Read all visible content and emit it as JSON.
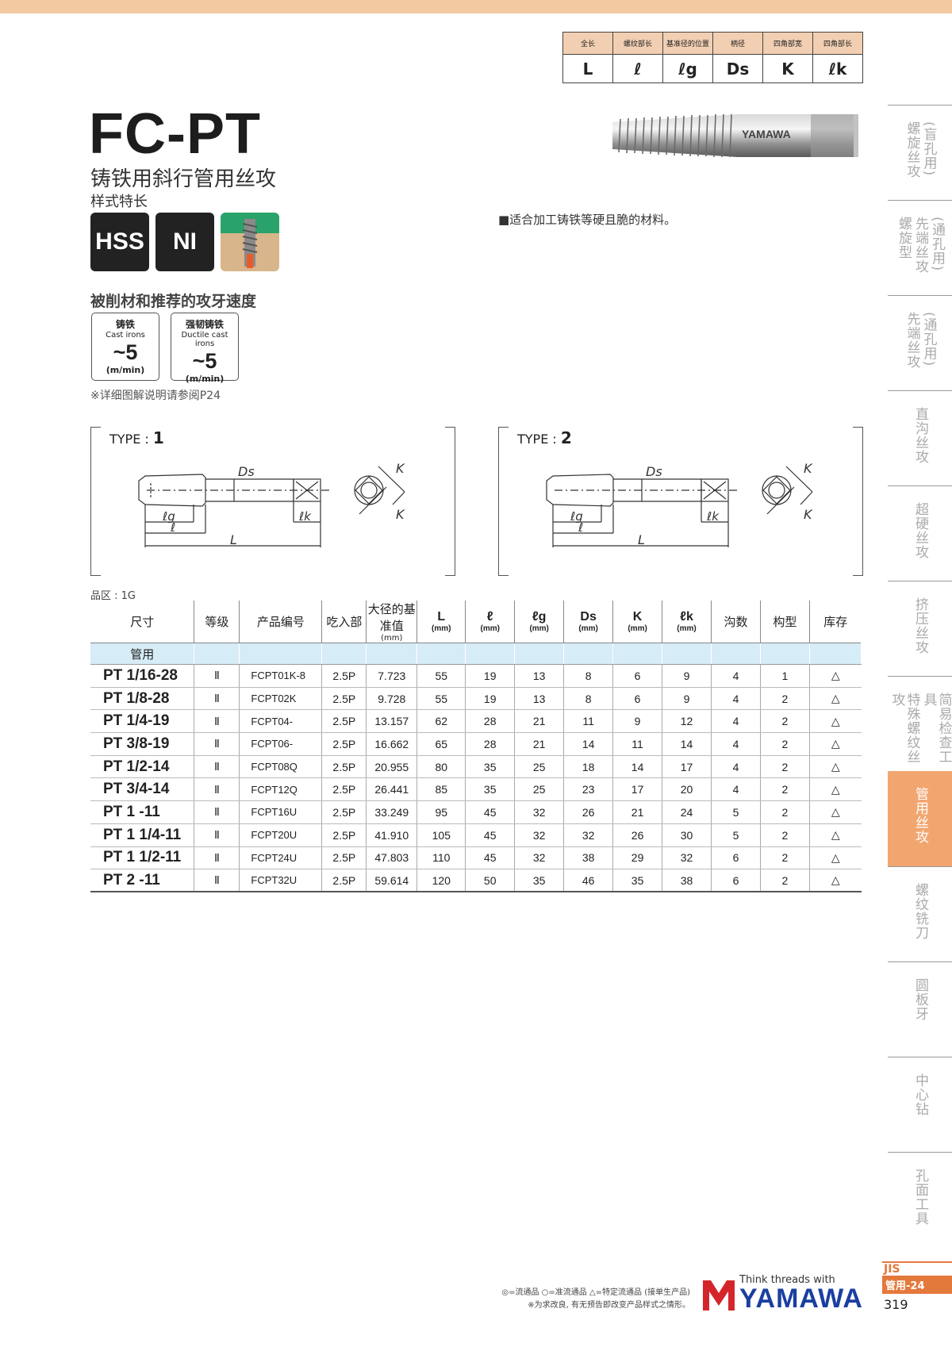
{
  "legend": {
    "headers": [
      "全长",
      "螺纹部长",
      "基准径的位置",
      "柄径",
      "四角部宽",
      "四角部长"
    ],
    "symbols": [
      "L",
      "ℓ",
      "ℓg",
      "Ds",
      "K",
      "ℓk"
    ]
  },
  "product": {
    "title": "FC-PT",
    "subtitle": "铸铁用斜行管用丝攻",
    "style_label": "样式特长",
    "badges": [
      "HSS",
      "NI"
    ],
    "feature": "■适合加工铸铁等硬且脆的材料。",
    "brand_on_tool": "YAMAWA"
  },
  "materials": {
    "label": "被削材和推荐的攻牙速度",
    "items": [
      {
        "zh": "铸铁",
        "en": "Cast irons",
        "speed": "~5",
        "unit": "(m/min)"
      },
      {
        "zh": "强韧铸铁",
        "en": "Ductile cast irons",
        "speed": "~5",
        "unit": "(m/min)"
      }
    ],
    "note": "※详细图解说明请参阅P24"
  },
  "types": [
    {
      "prefix": "TYPE : ",
      "num": "1"
    },
    {
      "prefix": "TYPE : ",
      "num": "2"
    }
  ],
  "diagram_labels": {
    "Ds": "Ds",
    "lg": "ℓg",
    "l": "ℓ",
    "L": "L",
    "lk": "ℓk",
    "K": "K"
  },
  "pinqu": "品区 : 1G",
  "table": {
    "headers": [
      {
        "label": "尺寸",
        "unit": ""
      },
      {
        "label": "等级",
        "unit": ""
      },
      {
        "label": "产品编号",
        "unit": ""
      },
      {
        "label": "吃入部",
        "unit": ""
      },
      {
        "label": "大径的基准值",
        "unit": "(mm)"
      },
      {
        "label": "L",
        "unit": "(mm)"
      },
      {
        "label": "ℓ",
        "unit": "(mm)"
      },
      {
        "label": "ℓg",
        "unit": "(mm)"
      },
      {
        "label": "Ds",
        "unit": "(mm)"
      },
      {
        "label": "K",
        "unit": "(mm)"
      },
      {
        "label": "ℓk",
        "unit": "(mm)"
      },
      {
        "label": "沟数",
        "unit": ""
      },
      {
        "label": "构型",
        "unit": ""
      },
      {
        "label": "库存",
        "unit": ""
      }
    ],
    "section": "管用",
    "rows": [
      [
        "PT 1/16-28",
        "Ⅱ",
        "FCPT01K-8",
        "2.5P",
        "7.723",
        "55",
        "19",
        "13",
        "8",
        "6",
        "9",
        "4",
        "1",
        "△"
      ],
      [
        "PT 1/8-28",
        "Ⅱ",
        "FCPT02K",
        "2.5P",
        "9.728",
        "55",
        "19",
        "13",
        "8",
        "6",
        "9",
        "4",
        "2",
        "△"
      ],
      [
        "PT 1/4-19",
        "Ⅱ",
        "FCPT04-",
        "2.5P",
        "13.157",
        "62",
        "28",
        "21",
        "11",
        "9",
        "12",
        "4",
        "2",
        "△"
      ],
      [
        "PT 3/8-19",
        "Ⅱ",
        "FCPT06-",
        "2.5P",
        "16.662",
        "65",
        "28",
        "21",
        "14",
        "11",
        "14",
        "4",
        "2",
        "△"
      ],
      [
        "PT 1/2-14",
        "Ⅱ",
        "FCPT08Q",
        "2.5P",
        "20.955",
        "80",
        "35",
        "25",
        "18",
        "14",
        "17",
        "4",
        "2",
        "△"
      ],
      [
        "PT 3/4-14",
        "Ⅱ",
        "FCPT12Q",
        "2.5P",
        "26.441",
        "85",
        "35",
        "25",
        "23",
        "17",
        "20",
        "4",
        "2",
        "△"
      ],
      [
        "PT 1 -11",
        "Ⅱ",
        "FCPT16U",
        "2.5P",
        "33.249",
        "95",
        "45",
        "32",
        "26",
        "21",
        "24",
        "5",
        "2",
        "△"
      ],
      [
        "PT 1 1/4-11",
        "Ⅱ",
        "FCPT20U",
        "2.5P",
        "41.910",
        "105",
        "45",
        "32",
        "32",
        "26",
        "30",
        "5",
        "2",
        "△"
      ],
      [
        "PT 1 1/2-11",
        "Ⅱ",
        "FCPT24U",
        "2.5P",
        "47.803",
        "110",
        "45",
        "32",
        "38",
        "29",
        "32",
        "6",
        "2",
        "△"
      ],
      [
        "PT 2 -11",
        "Ⅱ",
        "FCPT32U",
        "2.5P",
        "59.614",
        "120",
        "50",
        "35",
        "46",
        "35",
        "38",
        "6",
        "2",
        "△"
      ]
    ]
  },
  "sidenav": [
    {
      "cols": [
        "螺旋丝攻",
        "(盲孔用)"
      ],
      "active": false
    },
    {
      "cols": [
        "螺旋型",
        "先端丝攻",
        "(通孔用)"
      ],
      "active": false
    },
    {
      "cols": [
        "先端丝攻",
        "(通孔用)"
      ],
      "active": false
    },
    {
      "cols": [
        "直沟丝攻"
      ],
      "active": false
    },
    {
      "cols": [
        "超硬丝攻"
      ],
      "active": false
    },
    {
      "cols": [
        "挤压丝攻"
      ],
      "active": false
    },
    {
      "cols": [
        "特殊螺纹丝攻",
        "简易检查工具"
      ],
      "active": false
    },
    {
      "cols": [
        "管用丝攻"
      ],
      "active": true
    },
    {
      "cols": [
        "螺纹铣刀"
      ],
      "active": false
    },
    {
      "cols": [
        "圆板牙"
      ],
      "active": false
    },
    {
      "cols": [
        "中心钻"
      ],
      "active": false
    },
    {
      "cols": [
        "孔面工具"
      ],
      "active": false
    }
  ],
  "page": {
    "jis": "JIS",
    "section": "管用-24",
    "number": "319"
  },
  "footer": {
    "legend": "◎=流通品  ○=准流通品  △=特定流通品 (接单生产品)",
    "note": "※为求改良, 有无预告即改变产品样式之情形。",
    "tagline": "Think threads with",
    "brand": "YAMAWA"
  },
  "colors": {
    "accent": "#e4793c",
    "topbar": "#f3c9a0",
    "section_bg": "#d6ecf7",
    "brand": "#1a3fa0"
  }
}
